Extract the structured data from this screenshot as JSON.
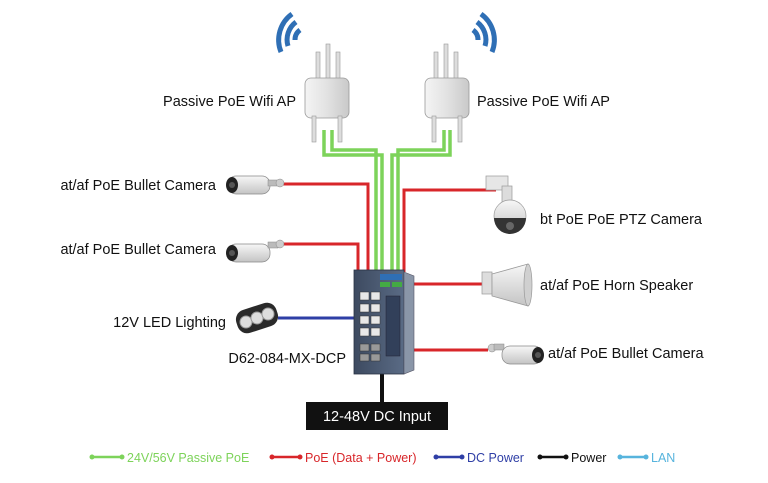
{
  "devices": {
    "wifi_ap_left": "Passive PoE Wifi AP",
    "wifi_ap_right": "Passive PoE Wifi AP",
    "camera_top_left": "at/af PoE Bullet Camera",
    "camera_mid_left": "at/af PoE Bullet Camera",
    "led_lighting": "12V LED Lighting",
    "switch_model": "D62-084-MX-DCP",
    "ptz_camera": "bt PoE PoE PTZ Camera",
    "horn_speaker": "at/af PoE Horn Speaker",
    "camera_right": "at/af PoE Bullet Camera",
    "dc_input": "12-48V DC Input"
  },
  "legend": [
    {
      "label": "24V/56V Passive PoE",
      "color": "#7dd35a"
    },
    {
      "label": "PoE (Data + Power)",
      "color": "#d8262a"
    },
    {
      "label": "DC Power",
      "color": "#2f3fa6"
    },
    {
      "label": "Power",
      "color": "#111111"
    },
    {
      "label": "LAN",
      "color": "#57b4dd"
    }
  ],
  "colors": {
    "passive_poe": "#7dd35a",
    "poe": "#d8262a",
    "dc_power": "#2f3fa6",
    "power": "#111111",
    "lan": "#57b4dd",
    "wifi_signal": "#2f6fb5",
    "switch_body": "#4a5a72"
  }
}
